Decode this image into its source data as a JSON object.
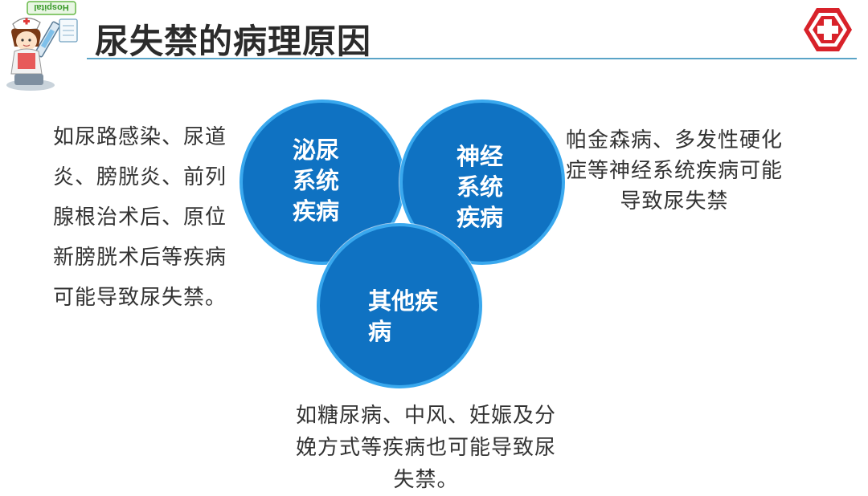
{
  "slide": {
    "title": "尿失禁的病理原因"
  },
  "logo": {
    "text": "Hospital"
  },
  "circles": {
    "urinary": "泌尿\n系统\n疾病",
    "nervous": "神经\n系统\n疾病",
    "other": "其他疾\n病"
  },
  "texts": {
    "urinary": "如尿路感染、尿道\n炎、膀胱炎、前列\n腺根治术后、原位\n新膀胱术后等疾病\n可能导致尿失禁。",
    "nervous": "帕金森病、多发性硬化\n症等神经系统疾病可能\n导致尿失禁",
    "other": "如糖尿病、中风、妊娠及分\n娩方式等疾病也可能导致尿\n失禁。"
  },
  "colors": {
    "circle_fill": "#0f72c2",
    "circle_border": "#39a8ee",
    "cross_red": "#d8222a",
    "rule": "#5aa4c7"
  }
}
